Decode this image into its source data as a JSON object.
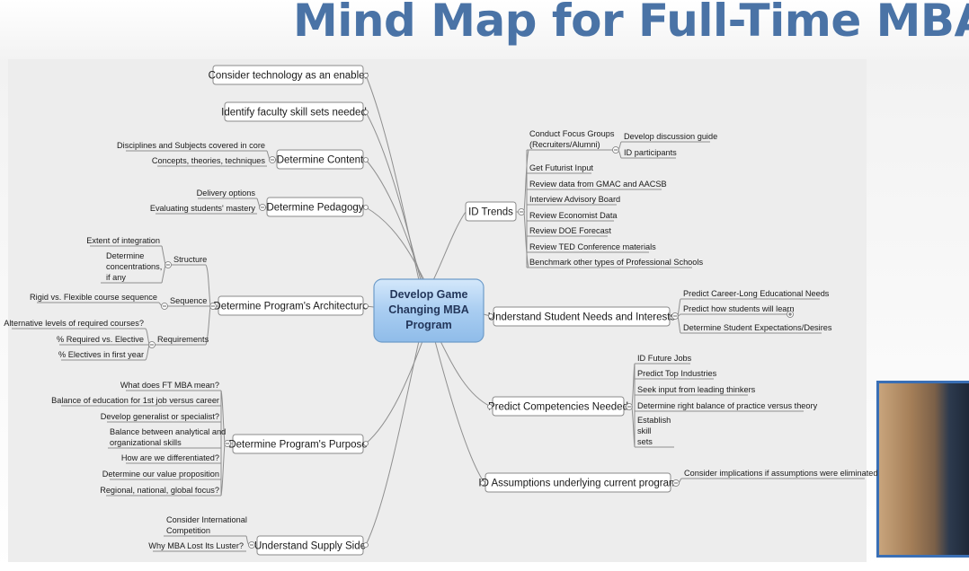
{
  "slide": {
    "title": "Mind Map for Full-Time MBA"
  },
  "central": {
    "lines": [
      "Develop Game",
      "Changing MBA",
      "Program"
    ]
  },
  "left_topics": [
    {
      "label": "Consider technology as an enabler",
      "children": []
    },
    {
      "label": "Identify faculty skill sets needed",
      "children": []
    },
    {
      "label": "Determine Content",
      "children": [
        "Disciplines and Subjects covered in core",
        "Concepts, theories, techniques"
      ]
    },
    {
      "label": "Determine Pedagogy",
      "children": [
        "Delivery options",
        "Evaluating students' mastery"
      ]
    },
    {
      "label": "Determine Program's Architecture",
      "subgroups": [
        {
          "label": "Structure",
          "children": [
            "Extent of integration",
            "Determine concentrations, if any"
          ]
        },
        {
          "label": "Sequence",
          "children": [
            "Rigid vs. Flexible course sequence"
          ]
        },
        {
          "label": "Requirements",
          "children": [
            "Alternative levels of required courses?",
            "% Required vs. Elective",
            "% Electives in first year"
          ]
        }
      ]
    },
    {
      "label": "Determine Program's Purpose",
      "children": [
        "What does FT MBA mean?",
        "Balance of education for 1st job versus career",
        "Develop generalist or specialist?",
        "Balance between analytical and organizational skills",
        "How are we differentiated?",
        "Determine our value proposition",
        "Regional, national, global focus?"
      ]
    },
    {
      "label": "Understand Supply Side",
      "children": [
        "Consider International Competition",
        "Why MBA Lost Its Luster?"
      ]
    }
  ],
  "right_topics": [
    {
      "label": "ID Trends",
      "focus_group": {
        "label": "Conduct Focus Groups (Recruiters/Alumni)",
        "children": [
          "Develop discussion guide",
          "ID participants"
        ]
      },
      "children": [
        "Get Futurist Input",
        "Review data from  GMAC and AACSB",
        "Interview Advisory Board",
        "Review Economist Data",
        "Review DOE Forecast",
        "Review TED Conference materials",
        "Benchmark other types of Professional Schools"
      ]
    },
    {
      "label": "Understand Student Needs and Interests",
      "children": [
        "Predict Career-Long Educational Needs",
        "Predict how students will learn",
        "Determine Student Expectations/Desires"
      ]
    },
    {
      "label": "Predict Competencies Needed",
      "children": [
        "ID Future Jobs",
        "Predict Top Industries",
        "Seek input from leading thinkers",
        "Determine right balance of practice versus theory",
        "Establish skill sets"
      ]
    },
    {
      "label": "ID Assumptions underlying current program",
      "children": [
        "Consider implications if assumptions were eliminated"
      ]
    }
  ]
}
